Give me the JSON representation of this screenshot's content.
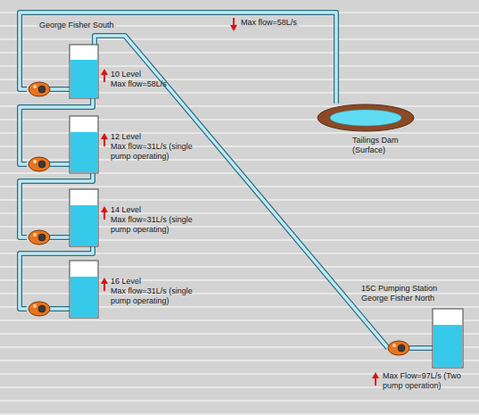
{
  "diagram": {
    "nodes": [
      {
        "text": [
          "10 Level",
          "Max flow=58L/s"
        ]
      },
      {
        "text": [
          "12 Level",
          "Max flow=31L/s (single pump operating)"
        ]
      },
      {
        "text": [
          "14 Level",
          "Max flow=31L/s (single pump operating)"
        ]
      },
      {
        "text": [
          "16 Level",
          "Max flow=31L/s (single pump operating)"
        ]
      },
      {
        "text": [
          "Tailings Dam (Surface)"
        ]
      },
      {
        "text": [
          "15C Pumping Station George Fisher North",
          "Max Flow=97L/s (Two pump operation)"
        ]
      }
    ],
    "edges": [
      {
        "from": 3,
        "to": 2,
        "arrow": "none"
      },
      {
        "from": 2,
        "to": 1,
        "arrow": "none"
      },
      {
        "from": 1,
        "to": 0,
        "arrow": "none"
      },
      {
        "from": 0,
        "to": 4,
        "label": "Max flow=58L/s",
        "arrow": "none"
      },
      {
        "from": 5,
        "to": 0,
        "arrow": "none"
      }
    ],
    "labels": [
      "George Fisher South"
    ]
  }
}
